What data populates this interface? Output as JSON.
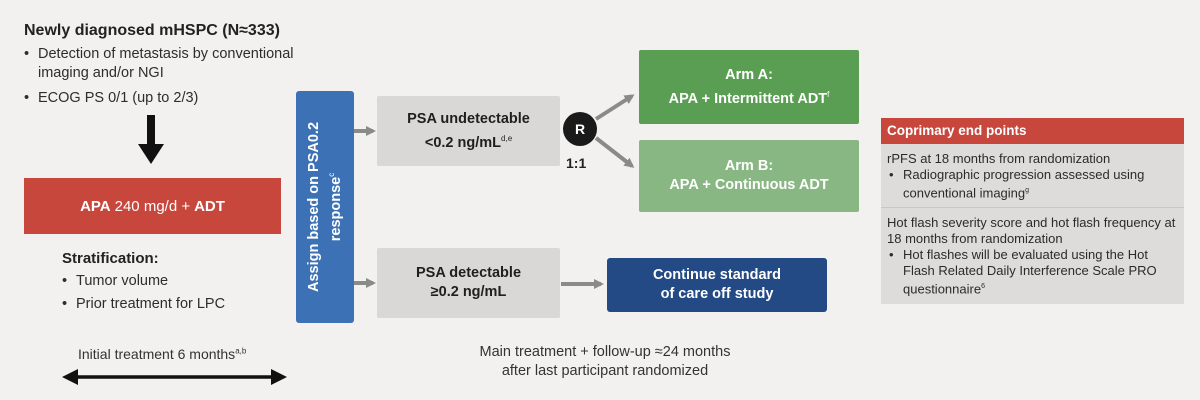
{
  "population": {
    "title": "Newly diagnosed mHSPC (N≈333)",
    "criteria": [
      "Detection of metastasis by conventional imaging and/or NGI",
      "ECOG PS 0/1 (up to 2/3)"
    ]
  },
  "treatment_box": {
    "drug": "APA",
    "dose": "240 mg/d +",
    "combo": "ADT"
  },
  "stratification": {
    "title": "Stratification:",
    "items": [
      "Tumor volume",
      "Prior treatment for LPC"
    ]
  },
  "initial_treatment": {
    "label": "Initial treatment 6 months",
    "sup": "a,b"
  },
  "assign": {
    "label": "Assign based on PSA0.2 response",
    "sup": "c"
  },
  "psa_undetectable": {
    "line1": "PSA undetectable",
    "line2": "<0.2 ng/mL",
    "sup": "d,e"
  },
  "psa_detectable": {
    "line1": "PSA detectable",
    "line2": "≥0.2 ng/mL"
  },
  "randomization": {
    "symbol": "R",
    "ratio": "1:1"
  },
  "arm_a": {
    "line1": "Arm A:",
    "line2": "APA + Intermittent ADT",
    "sup": "f"
  },
  "arm_b": {
    "line1": "Arm B:",
    "line2": "APA + Continuous ADT"
  },
  "continue_standard": {
    "line1": "Continue standard",
    "line2": "of care off study"
  },
  "main_treatment": {
    "line1": "Main treatment + follow-up ≈24 months",
    "line2": "after last participant randomized"
  },
  "endpoints": {
    "title": "Coprimary end points",
    "sections": [
      {
        "heading": "rPFS at 18 months from randomization",
        "bullet": "Radiographic progression assessed using conventional imaging",
        "sup": "g"
      },
      {
        "heading": "Hot flash severity score and hot flash frequency at 18 months from randomization",
        "bullet": "Hot flashes will be evaluated using the Hot Flash Related Daily Interference Scale PRO questionnaire",
        "sup": "6"
      }
    ]
  },
  "colors": {
    "red": "#c8473d",
    "blue": "#3d71b5",
    "navy": "#234a85",
    "green_dark": "#5a9e54",
    "green_light": "#89b783",
    "grey_box": "#d9d8d6",
    "arrow_grey": "#8a8a8a"
  }
}
